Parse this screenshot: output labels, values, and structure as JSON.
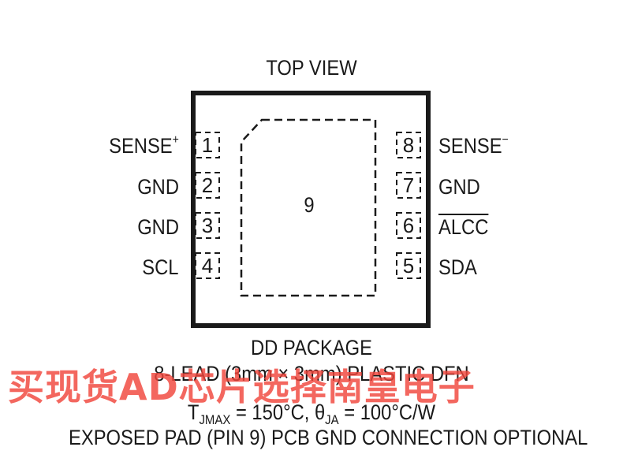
{
  "diagram": {
    "title": "TOP VIEW",
    "exposed_pad_number": "9",
    "pins_left": [
      {
        "num": "1",
        "name": "SENSE",
        "sup": "+"
      },
      {
        "num": "2",
        "name": "GND"
      },
      {
        "num": "3",
        "name": "GND"
      },
      {
        "num": "4",
        "name": "SCL"
      }
    ],
    "pins_right": [
      {
        "num": "8",
        "name": "SENSE",
        "sup": "−"
      },
      {
        "num": "7",
        "name": "GND"
      },
      {
        "num": "6",
        "name": "ALCC",
        "overline": true
      },
      {
        "num": "5",
        "name": "SDA"
      }
    ],
    "package_name": "DD PACKAGE",
    "package_desc": "8-LEAD (3mm × 3mm) PLASTIC DFN",
    "thermal": {
      "t_symbol": "T",
      "t_sub": "JMAX",
      "t_value": " = 150°C, ",
      "theta_symbol": "θ",
      "theta_sub": "JA",
      "theta_value": " = 100°C/W"
    },
    "note": "EXPOSED PAD (PIN 9) PCB GND CONNECTION OPTIONAL"
  },
  "watermark": "买现货AD芯片选择南皇电子",
  "colors": {
    "ink": "#1a1a1a",
    "watermark": "#f0463c"
  }
}
